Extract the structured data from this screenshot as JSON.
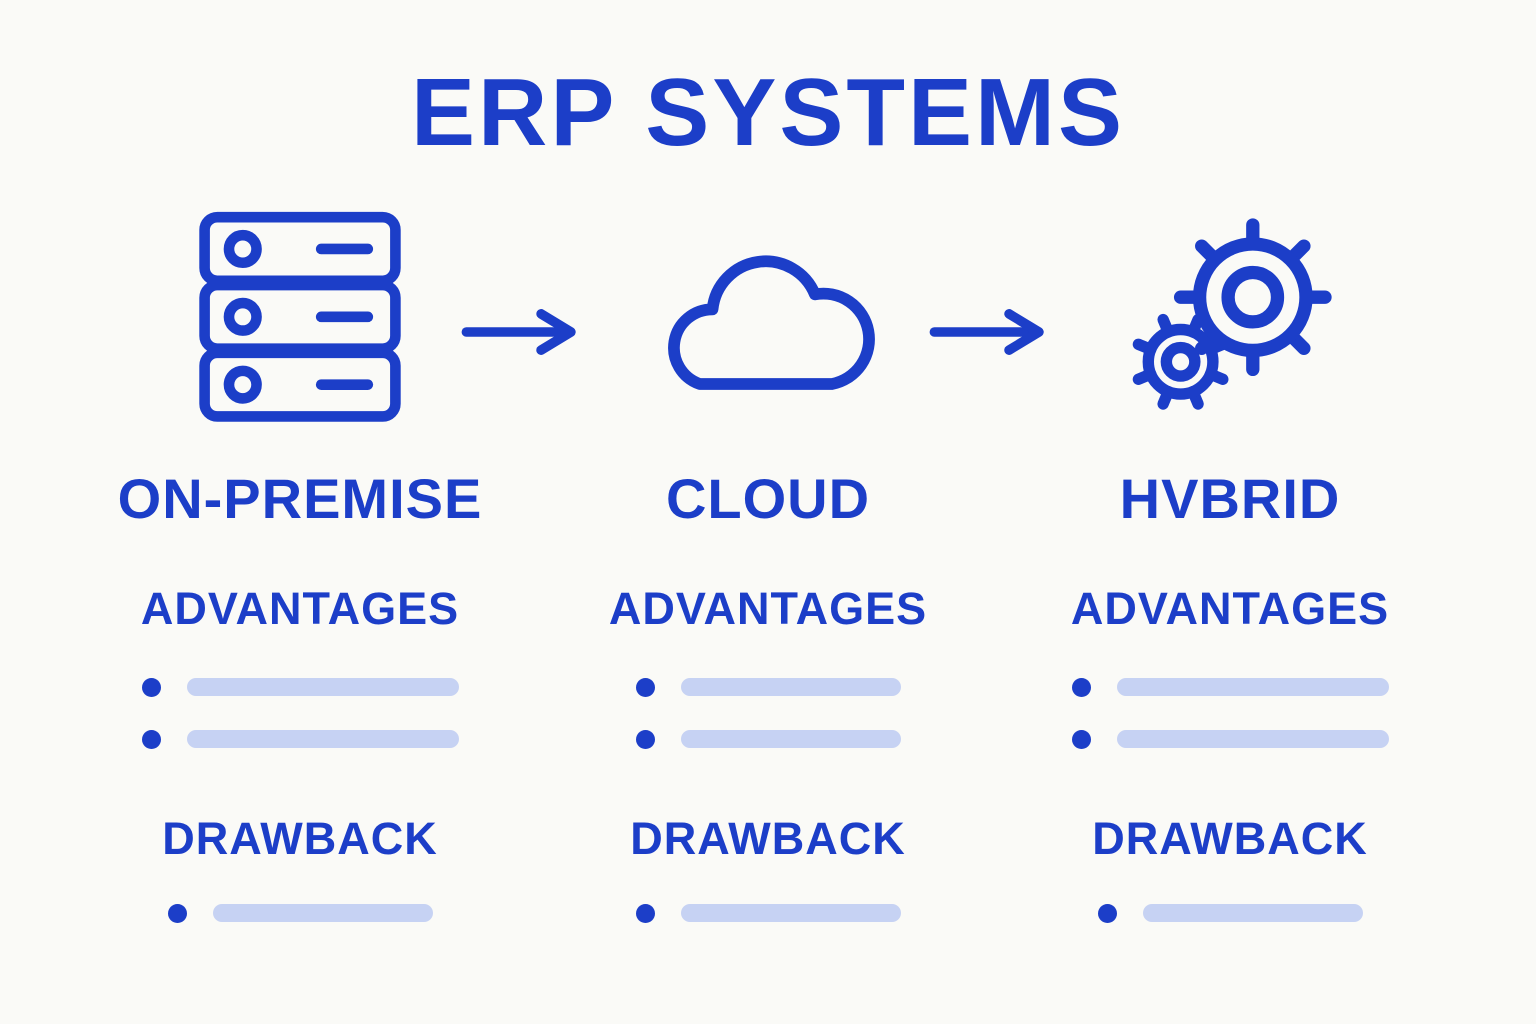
{
  "title": "ERP SYSTEMS",
  "colors": {
    "primary": "#1c3ec8",
    "placeholder_bar": "#c6d2f3",
    "background": "#fafaf7"
  },
  "columns": [
    {
      "id": "on-premise",
      "icon": "server-icon",
      "label": "ON-PREMISE",
      "advantages": {
        "label": "ADVANTAGES",
        "item_count": 2
      },
      "drawback": {
        "label": "DRAWBACK",
        "item_count": 1
      }
    },
    {
      "id": "cloud",
      "icon": "cloud-icon",
      "label": "CLOUD",
      "advantages": {
        "label": "ADVANTAGES",
        "item_count": 2
      },
      "drawback": {
        "label": "DRAWBACK",
        "item_count": 1
      }
    },
    {
      "id": "hybrid",
      "icon": "gears-icon",
      "label": "HVBRID",
      "advantages": {
        "label": "ADVANTAGES",
        "item_count": 2
      },
      "drawback": {
        "label": "DRAWBACK",
        "item_count": 1
      }
    }
  ]
}
